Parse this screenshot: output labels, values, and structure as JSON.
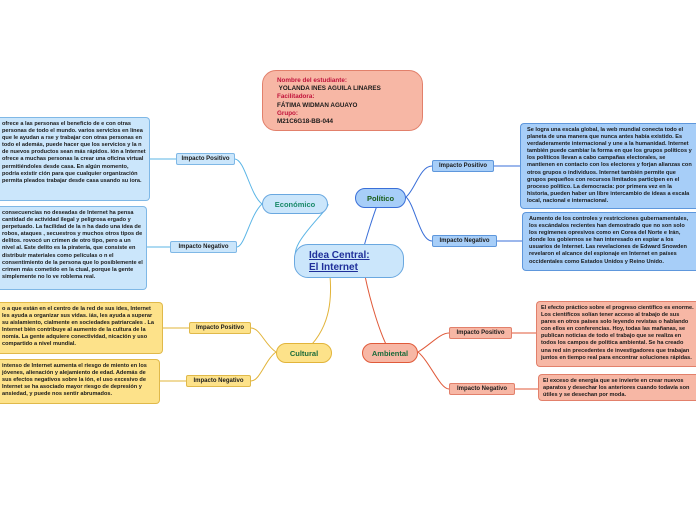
{
  "header": {
    "line1": "Nombre del estudiante:",
    "line2": " YOLANDA INES AGUILA LINARES",
    "line3": "Facilitadora:",
    "line4": "FÁTIMA WIDMAN AGUAYO",
    "line5": "Grupo:",
    "line6": "M21C6G18-BB-044"
  },
  "center": {
    "label": "Idea Central:\nEl Internet"
  },
  "branches": {
    "economico": {
      "label": "Económico",
      "positivo": {
        "label": "Impacto Positivo",
        "text": "ofrece a las personas el beneficio de e con otras personas de todo el mundo. varios servicios en línea que le ayudan a rse y trabajar con otras personas en todo el además, puede hacer que los servicios y la n de nuevos productos sean más rápidos. ión a Internet ofrece a muchas personas la crear una oficina virtual permitiéndoles desde casa. En algún momento, podría existir ción para que cualquier organización permita pleados trabajar desde casa usando su iora."
      },
      "negativo": {
        "label": "Impacto Negativo",
        "text": "consecuencias no deseadas de Internet ha pensa cantidad de actividad ilegal y peligrosa ergado y perpetuado. La facilidad de la n ha dado una idea de robos, ataques , secuestros y muchos otros tipos de delitos. rovocó un crimen de otro tipo, pero a un nivel al. Este delito es la piratería, que consiste en distribuir materiales como películas o n el consentimiento de la persona que lo posiblemente el crimen más cometido en la ctual, porque la gente simplemente no lo ve roblema real."
      }
    },
    "politico": {
      "label": "Político",
      "positivo": {
        "label": "Impacto Positivo",
        "text": "Se logra una escala global, la web mundial conecta todo el planeta de una manera que nunca antes había existido. Es verdaderamente internacional y une a la humanidad. Internet también puede cambiar la forma en que los grupos políticos y los políticos llevan a cabo campañas electorales, se mantienen en contacto con los electores y forjan alianzas con otros grupos o individuos. Internet también permite que grupos pequeños con recursos limitados participen en el proceso político. La democracia: por primera vez en la historia, pueden haber un libre intercambio de ideas a escala local, nacional e internacional."
      },
      "negativo": {
        "label": "Impacto Negativo",
        "text": "Aumento de los controles y restricciones gubernamentales, los escándalos recientes han demostrado que no son solo los regímenes opresivos como en Corea del Norte e Irán, donde los gobiernos se han interesado en espiar a los usuarios de Internet. Las revelaciones de Edward Snowden revelaron el alcance del espionaje en Internet en países occidentales como Estados Unidos y Reino Unido."
      }
    },
    "cultural": {
      "label": "Cultural",
      "positivo": {
        "label": "Impacto Positivo",
        "text": "o a que están en el centro de la red de sus ides, Internet les ayuda a organizar sus vidas. iás, les ayuda a superar su aislamiento, cialmente en sociedades patriarcales . La Internet bién contribuye al aumento de la cultura de la nomía. La gente adquiere conectividad, nicación y uso compartido a nivel mundial."
      },
      "negativo": {
        "label": "Impacto Negativo",
        "text": "intenso de Internet aumenta el riesgo de miento en los jóvenes, alienación y alejamiento de edad. Además de sus efectos negativos sobre la ión, el uso excesivo de Internet se ha asociado mayor riesgo de depresión y ansiedad, y puede nos sentir abrumados."
      }
    },
    "ambiental": {
      "label": "Ambiental",
      "positivo": {
        "label": "Impacto Positivo",
        "text": "El efecto práctico sobre el progreso científico es enorme. Los científicos solían tener acceso al trabajo de sus pares en otros países solo leyendo revistas o hablando con ellos en conferencias. Hoy, todas las mañanas, se publican noticias de todo el trabajo que se realiza en todos los campos de política ambiental. Se ha creado una red sin precedentes de investigadores que trabajan juntos en tiempo real para encontrar soluciones rápidas."
      },
      "negativo": {
        "label": "Impacto Negativo",
        "text": "El exceso de energía que se invierte en crear nuevos aparatos y desechar los anteriores cuando todavía son útiles y se desechan por moda."
      }
    }
  },
  "colors": {
    "blue_light": "#cbe6fb",
    "blue": "#a7cef8",
    "yellow": "#fde28a",
    "salmon": "#f7b7a5",
    "center_text": "#1f2f9a",
    "header_label": "#c0123a"
  }
}
